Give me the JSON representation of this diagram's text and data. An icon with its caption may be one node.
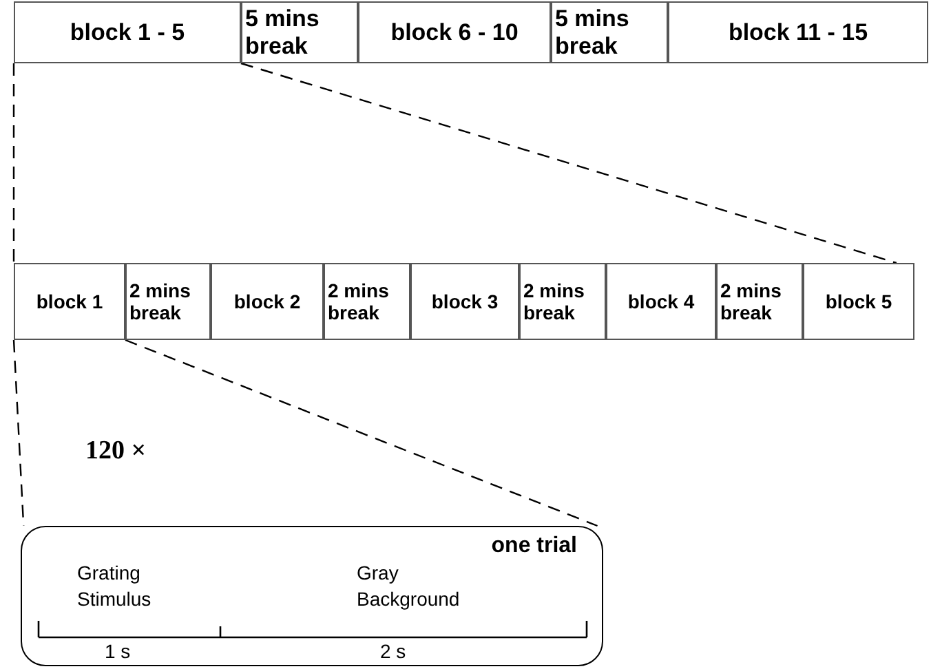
{
  "diagram": {
    "nodes": [
      {
        "text": [
          "block 1 - 5"
        ]
      },
      {
        "text": [
          "5 mins break"
        ]
      },
      {
        "text": [
          "block 6 - 10"
        ]
      },
      {
        "text": [
          "5 mins break"
        ]
      },
      {
        "text": [
          "block 11 - 15"
        ]
      },
      {
        "text": [],
        "shape": "box"
      },
      {
        "text": [
          "block 1"
        ],
        "in": 5
      },
      {
        "text": [
          "2 mins break"
        ],
        "in": 5
      },
      {
        "text": [
          "block 2"
        ],
        "in": 5
      },
      {
        "text": [
          "2 mins break"
        ],
        "in": 5
      },
      {
        "text": [
          "block 3"
        ],
        "in": 5
      },
      {
        "text": [
          "2 mins break"
        ],
        "in": 5
      },
      {
        "text": [
          "block 4"
        ],
        "in": 5
      },
      {
        "text": [
          "2 mins break"
        ],
        "in": 5
      },
      {
        "text": [
          "block 5"
        ],
        "in": 5
      },
      {
        "text": [
          "one trial",
          "Grating Stimulus",
          "Gray Background",
          "1 s",
          "2 s"
        ]
      }
    ],
    "edges": [
      {
        "from": 0,
        "to": 5,
        "arrow": "none",
        "style": "dashed"
      },
      {
        "from": 0,
        "to": 5,
        "arrow": "none",
        "style": "dashed"
      },
      {
        "from": 6,
        "to": 15,
        "arrow": "none",
        "style": "dashed"
      },
      {
        "from": 6,
        "to": 15,
        "arrow": "none",
        "style": "dashed"
      }
    ],
    "labels": [
      "120 ×"
    ]
  }
}
